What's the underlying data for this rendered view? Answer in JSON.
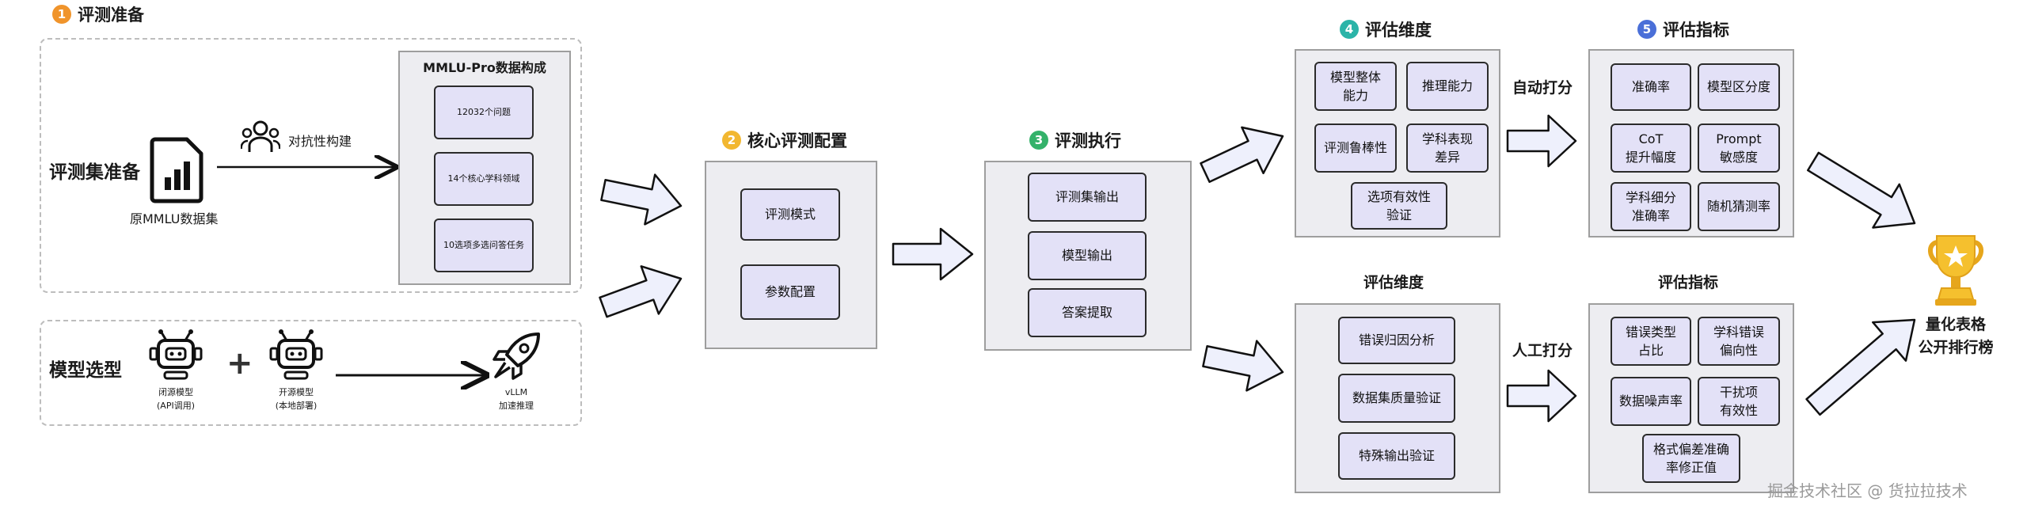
{
  "colors": {
    "step1": "#f0942b",
    "step2": "#f2b730",
    "step3": "#34b26a",
    "step4": "#2bb4a8",
    "step5": "#4a6fd8",
    "pill_fill": "#e3e1f7",
    "arrow_fill": "#eef0fc"
  },
  "step1": {
    "num": "1",
    "title": "评测准备"
  },
  "dataset_prep": {
    "label": "评测集准备",
    "source_label": "原MMLU数据集",
    "adversarial_label": "对抗性构建"
  },
  "mmlu_pro": {
    "title": "MMLU-Pro数据构成",
    "items": [
      "12032个问题",
      "14个核心学科领域",
      "10选项多选问答任务"
    ]
  },
  "model_select": {
    "label": "模型选型",
    "closed_label": "闭源模型\n(API调用)",
    "plus": "+",
    "open_label": "开源模型\n(本地部署)",
    "vllm_label": "vLLM\n加速推理"
  },
  "step2": {
    "num": "2",
    "title": "核心评测配置",
    "items": [
      "评测模式",
      "参数配置"
    ]
  },
  "step3": {
    "num": "3",
    "title": "评测执行",
    "items": [
      "评测集输出",
      "模型输出",
      "答案提取"
    ]
  },
  "auto": {
    "step_num": "4",
    "dimension_title": "评估维度",
    "dimensions": [
      "模型整体\n能力",
      "推理能力",
      "评测鲁棒性",
      "学科表现\n差异",
      "选项有效性\n验证"
    ],
    "scoring_label": "自动打分",
    "metric_num": "5",
    "metric_title": "评估指标",
    "metrics": [
      "准确率",
      "模型区分度",
      "CoT\n提升幅度",
      "Prompt\n敏感度",
      "学科细分\n准确率",
      "随机猜测率"
    ]
  },
  "manual": {
    "dimension_title": "评估维度",
    "dimensions": [
      "错误归因分析",
      "数据集质量验证",
      "特殊输出验证"
    ],
    "scoring_label": "人工打分",
    "metric_title": "评估指标",
    "metrics": [
      "错误类型\n占比",
      "学科错误\n偏向性",
      "数据噪声率",
      "干扰项\n有效性",
      "格式偏差准确\n率修正值"
    ]
  },
  "result": {
    "label": "量化表格\n公开排行榜"
  },
  "watermark": "掘金技术社区 @ 货拉拉技术",
  "icons": [
    "sim-card-chart-icon",
    "people-icon",
    "robot-icon",
    "rocket-icon",
    "trophy-icon",
    "block-arrow-icon"
  ]
}
